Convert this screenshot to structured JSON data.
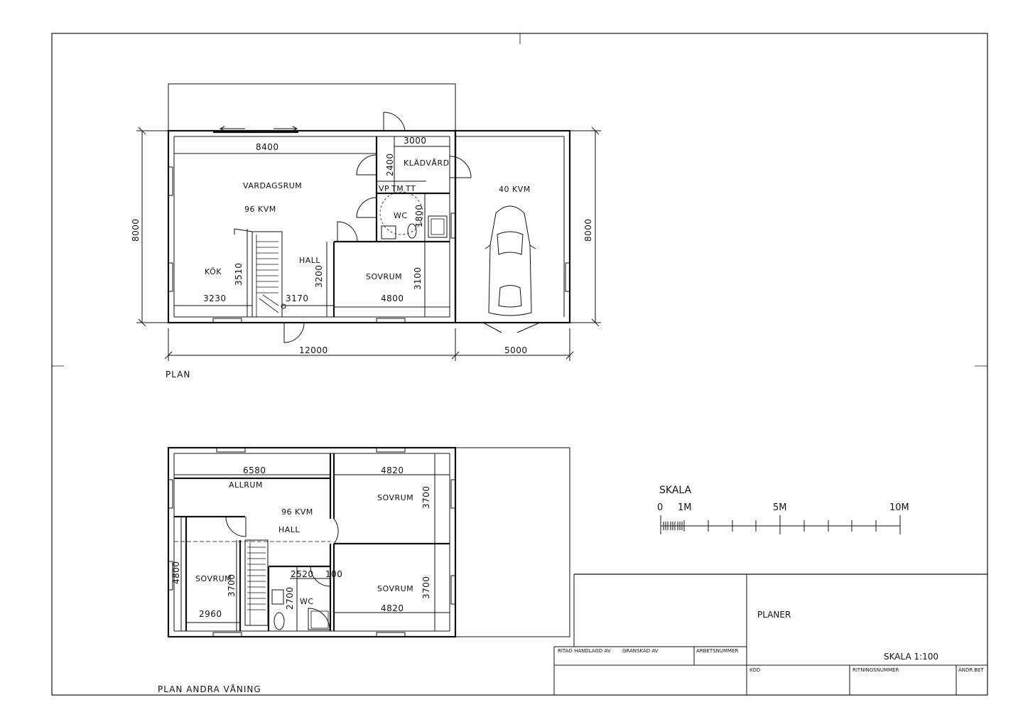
{
  "plan1": {
    "title": "PLAN",
    "rooms": {
      "vardagsrum": "VARDAGSRUM",
      "area": "96 KVM",
      "kok": "KÖK",
      "hall": "HALL",
      "sovrum": "SOVRUM",
      "kladvard": "KLÄDVÅRD",
      "wc": "WC",
      "vp": "VP",
      "tm": "TM",
      "tt": "TT",
      "garage_area": "40 KVM"
    },
    "dims": {
      "d8400": "8400",
      "d3000": "3000",
      "d2400": "2400",
      "d1800": "1800",
      "d3510": "3510",
      "d3230": "3230",
      "d3170": "3170",
      "d3200": "3200",
      "d3100": "3100",
      "d4800": "4800",
      "d8000_left": "8000",
      "d8000_right": "8000",
      "d12000": "12000",
      "d5000": "5000"
    }
  },
  "plan2": {
    "title": "PLAN ANDRA VÅNING",
    "rooms": {
      "allrum": "ALLRUM",
      "area": "96 KVM",
      "hall": "HALL",
      "sovrum_left": "SOVRUM",
      "sovrum_top_right": "SOVRUM",
      "sovrum_bottom_right": "SOVRUM",
      "wc": "WC"
    },
    "dims": {
      "d6580": "6580",
      "d4820_top": "4820",
      "d3700_top": "3700",
      "d4800": "4800",
      "d3700_left": "3700",
      "d2960": "2960",
      "d2520": "2520",
      "d100": "100",
      "d2700": "2700",
      "d3700_bottom": "3700",
      "d4820_bottom": "4820"
    }
  },
  "scale": {
    "title": "SKALA",
    "ticks": [
      "0",
      "1M",
      "5M",
      "10M"
    ]
  },
  "title_block": {
    "drawing_title": "PLANER",
    "scale_text": "SKALA  1:100",
    "ritad": "RITAD HANDLAGD AV",
    "granskad": "GRANSKAD AV",
    "arbetsnummer": "ARBETSNUMMER",
    "kod": "KOD",
    "ritningsnummer": "RITNINGSNUMMER",
    "andr_bet": "ÄNDR.BET"
  }
}
